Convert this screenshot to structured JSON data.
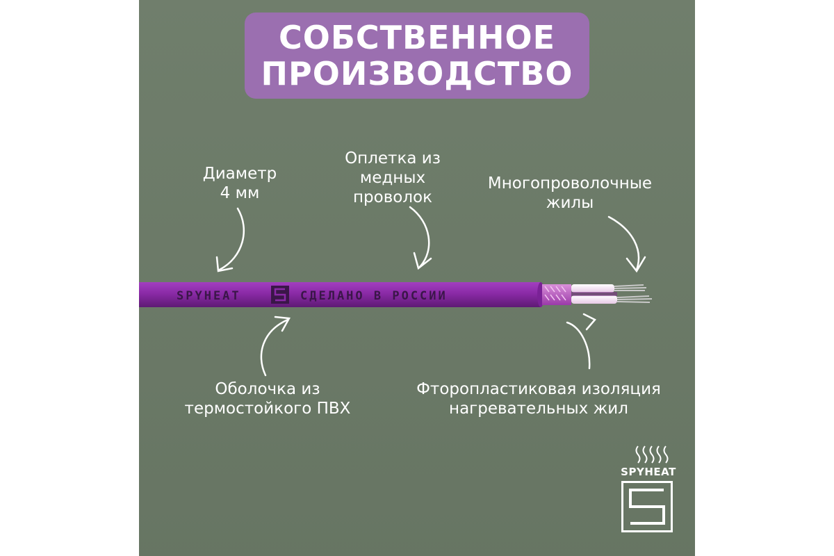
{
  "title": {
    "line1": "СОБСТВЕННОЕ",
    "line2": "ПРОИЗВОДСТВО"
  },
  "labels": {
    "diameter": [
      "Диаметр",
      "4 мм"
    ],
    "braid": [
      "Оплетка из",
      "медных",
      "проволок"
    ],
    "strands": [
      "Многопроволочные",
      "жилы"
    ],
    "sheath": [
      "Оболочка из",
      "термостойкого ПВХ"
    ],
    "insulation": [
      "Фторопластиковая изоляция",
      "нагревательных жил"
    ]
  },
  "cable": {
    "print_brand": "SPYHEAT",
    "print_text": "СДЕЛАНО В РОССИИ"
  },
  "logo": {
    "name": "SPYHEAT"
  },
  "colors": {
    "background": "#6b7a67",
    "title_box": "#9b6fb0",
    "cable": "#8a2aa6"
  }
}
